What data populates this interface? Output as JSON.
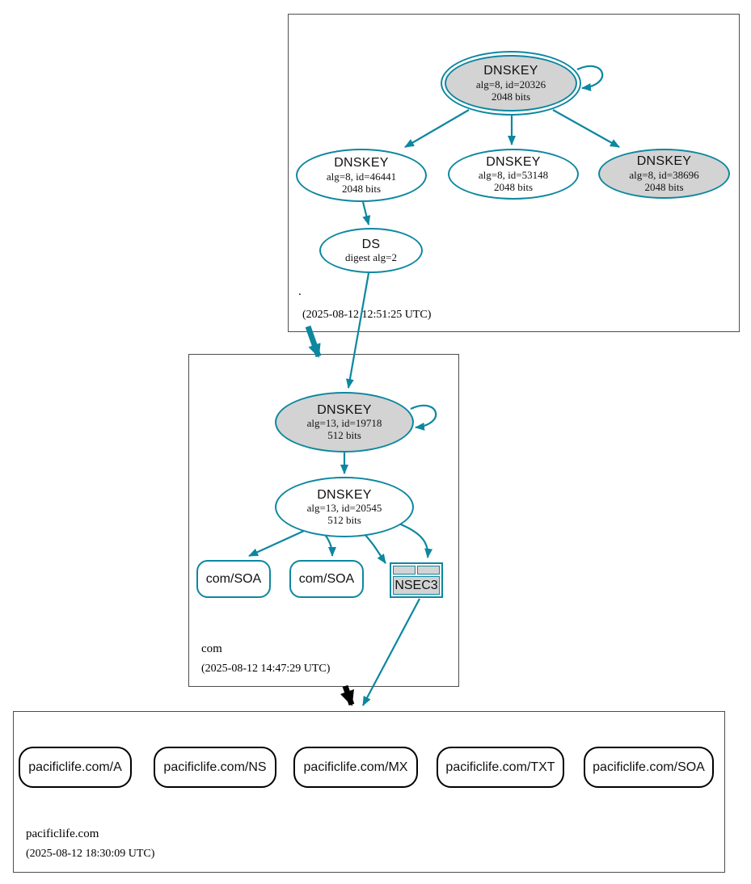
{
  "colors": {
    "secure_teal": "#0d87a0",
    "key_fill_gray": "#d3d3d3",
    "node_fill_white": "#ffffff",
    "insecure_black": "#000000"
  },
  "zones": [
    {
      "name": ".",
      "timestamp": "(2025-08-12 12:51:25 UTC)",
      "nodes": {
        "ksk": {
          "title": "DNSKEY",
          "alg": "alg=8, id=20326",
          "bits": "2048 bits"
        },
        "zsk1": {
          "title": "DNSKEY",
          "alg": "alg=8, id=46441",
          "bits": "2048 bits"
        },
        "zsk2": {
          "title": "DNSKEY",
          "alg": "alg=8, id=53148",
          "bits": "2048 bits"
        },
        "zsk3": {
          "title": "DNSKEY",
          "alg": "alg=8, id=38696",
          "bits": "2048 bits"
        },
        "ds": {
          "title": "DS",
          "alg": "digest alg=2"
        }
      }
    },
    {
      "name": "com",
      "timestamp": "(2025-08-12 14:47:29 UTC)",
      "nodes": {
        "ksk": {
          "title": "DNSKEY",
          "alg": "alg=13, id=19718",
          "bits": "512 bits"
        },
        "zsk": {
          "title": "DNSKEY",
          "alg": "alg=13, id=20545",
          "bits": "512 bits"
        },
        "soa1": {
          "label": "com/SOA"
        },
        "soa2": {
          "label": "com/SOA"
        },
        "nsec3": {
          "label": "NSEC3"
        }
      }
    },
    {
      "name": "pacificlife.com",
      "timestamp": "(2025-08-12 18:30:09 UTC)",
      "rrsets": [
        {
          "label": "pacificlife.com/A"
        },
        {
          "label": "pacificlife.com/NS"
        },
        {
          "label": "pacificlife.com/MX"
        },
        {
          "label": "pacificlife.com/TXT"
        },
        {
          "label": "pacificlife.com/SOA"
        }
      ]
    }
  ]
}
